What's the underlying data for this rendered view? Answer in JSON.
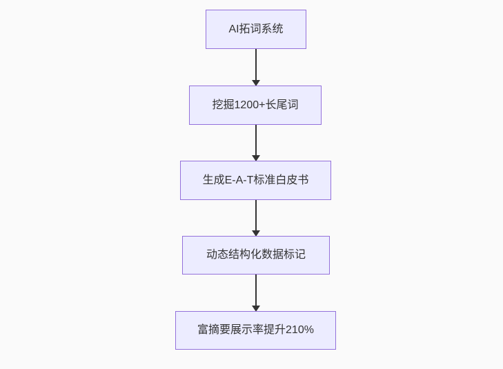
{
  "diagram": {
    "type": "flowchart",
    "direction": "top-down",
    "nodes": [
      {
        "id": "A",
        "label": "AI拓词系统"
      },
      {
        "id": "B",
        "label": "挖掘1200+长尾词"
      },
      {
        "id": "C",
        "label": "生成E-A-T标准白皮书"
      },
      {
        "id": "D",
        "label": "动态结构化数据标记"
      },
      {
        "id": "E",
        "label": "富摘要展示率提升210%"
      }
    ],
    "edges": [
      {
        "from": "A",
        "to": "B",
        "label": ""
      },
      {
        "from": "B",
        "to": "C",
        "label": ""
      },
      {
        "from": "C",
        "to": "D",
        "label": ""
      },
      {
        "from": "D",
        "to": "E",
        "label": ""
      }
    ],
    "colors": {
      "bg": "#fafafa",
      "node-fill": "#ECECFF",
      "node-border": "#9370DB",
      "text": "#333333",
      "arrow": "#333333"
    }
  }
}
